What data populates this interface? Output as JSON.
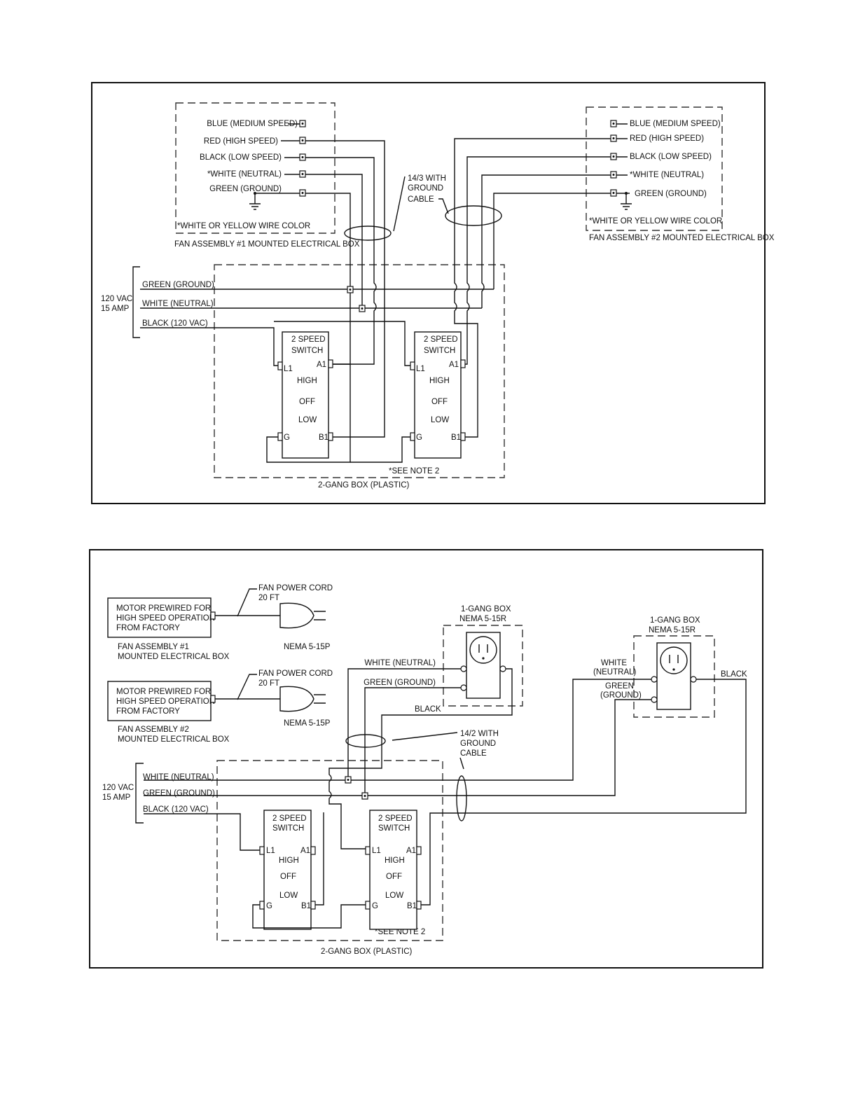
{
  "diagram1": {
    "fan1_box": {
      "wires": [
        "BLUE (MEDIUM SPEED)",
        "RED (HIGH SPEED)",
        "BLACK (LOW SPEED)",
        "*WHITE (NEUTRAL)",
        "GREEN (GROUND)"
      ],
      "note": "*WHITE OR YELLOW WIRE COLOR",
      "caption": "FAN ASSEMBLY #1 MOUNTED ELECTRICAL BOX"
    },
    "fan2_box": {
      "wires": [
        "BLUE (MEDIUM SPEED)",
        "RED (HIGH SPEED)",
        "BLACK (LOW SPEED)",
        "*WHITE (NEUTRAL)",
        "GREEN (GROUND)"
      ],
      "note": "*WHITE OR YELLOW WIRE COLOR",
      "caption": "FAN ASSEMBLY #2 MOUNTED ELECTRICAL BOX"
    },
    "cable_label": [
      "14/3 WITH",
      "GROUND",
      "CABLE"
    ],
    "supply": {
      "voltage": "120 VAC",
      "amp": "15 AMP"
    },
    "supply_wires": [
      "GREEN (GROUND)",
      "WHITE (NEUTRAL)",
      "BLACK (120 VAC)"
    ],
    "switch": {
      "title": [
        "2 SPEED",
        "SWITCH"
      ],
      "terminals": {
        "l1": "L1",
        "a1": "A1",
        "g": "G",
        "b1": "B1"
      },
      "positions": [
        "HIGH",
        "OFF",
        "LOW"
      ]
    },
    "note": "*SEE NOTE 2",
    "gang_box": "2-GANG BOX (PLASTIC)"
  },
  "diagram2": {
    "fan1": {
      "motor_text": [
        "MOTOR PREWIRED FOR",
        "HIGH SPEED OPERATION",
        "FROM FACTORY"
      ],
      "cord_label": [
        "FAN POWER CORD",
        "20 FT"
      ],
      "plug_label": "NEMA 5-15P",
      "caption": [
        "FAN ASSEMBLY #1",
        "MOUNTED ELECTRICAL BOX"
      ]
    },
    "fan2": {
      "motor_text": [
        "MOTOR PREWIRED FOR",
        "HIGH SPEED OPERATION",
        "FROM FACTORY"
      ],
      "cord_label": [
        "FAN POWER CORD",
        "20 FT"
      ],
      "plug_label": "NEMA 5-15P",
      "caption": [
        "FAN ASSEMBLY #2",
        "MOUNTED ELECTRICAL BOX"
      ]
    },
    "receptacle1": {
      "title": [
        "1-GANG BOX",
        "NEMA 5-15R"
      ],
      "wire_labels": [
        "WHITE (NEUTRAL)",
        "GREEN (GROUND)",
        "BLACK"
      ]
    },
    "receptacle2": {
      "title": [
        "1-GANG BOX",
        "NEMA 5-15R"
      ],
      "white_label": [
        "WHITE",
        "(NEUTRAL)"
      ],
      "green_label": [
        "GREEN",
        "(GROUND)"
      ],
      "black_label": "BLACK"
    },
    "cable_label": [
      "14/2 WITH",
      "GROUND",
      "CABLE"
    ],
    "supply": {
      "voltage": "120 VAC",
      "amp": "15 AMP"
    },
    "supply_wires": [
      "WHITE (NEUTRAL)",
      "GREEN (GROUND)",
      "BLACK (120 VAC)"
    ],
    "switch": {
      "title": [
        "2 SPEED",
        "SWITCH"
      ],
      "terminals": {
        "l1": "L1",
        "a1": "A1",
        "g": "G",
        "b1": "B1"
      },
      "positions": [
        "HIGH",
        "OFF",
        "LOW"
      ]
    },
    "note": "*SEE NOTE 2",
    "gang_box": "2-GANG BOX (PLASTIC)"
  }
}
